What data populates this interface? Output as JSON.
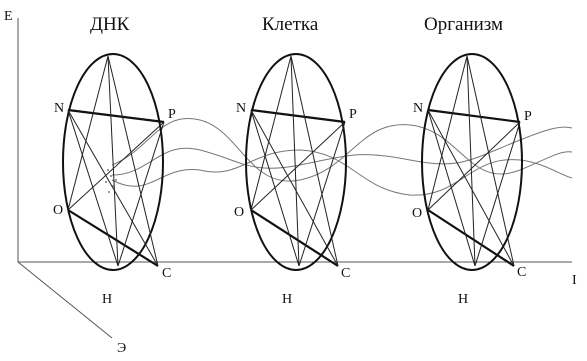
{
  "axes": {
    "vertical_label": "E",
    "horizontal_label": "I",
    "diagonal_label": "Э"
  },
  "units": [
    {
      "title": "ДНК",
      "vertices": {
        "N": "N",
        "P": "P",
        "O": "O",
        "C": "C",
        "H": "H"
      }
    },
    {
      "title": "Клетка",
      "vertices": {
        "N": "N",
        "P": "P",
        "O": "O",
        "C": "C",
        "H": "H"
      }
    },
    {
      "title": "Организм",
      "vertices": {
        "N": "N",
        "P": "P",
        "O": "O",
        "C": "C",
        "H": "H"
      }
    }
  ]
}
